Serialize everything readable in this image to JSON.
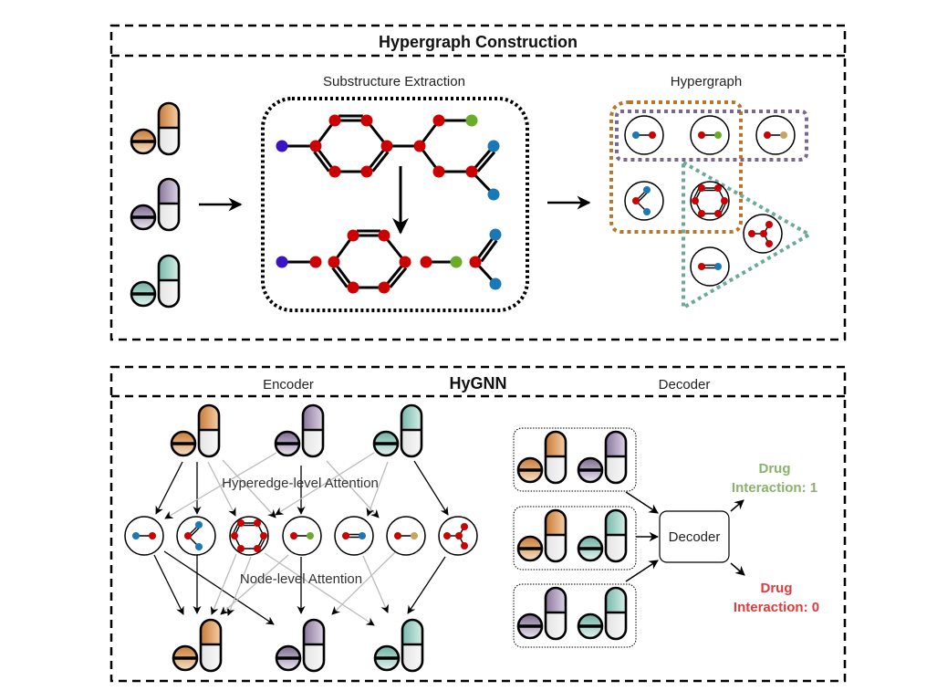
{
  "colors": {
    "orange": "#d58a45",
    "purple": "#8e7ba0",
    "teal": "#7fc0b2",
    "atom_red": "#cc0000",
    "atom_blue": "#1a78b8",
    "atom_green": "#6aab2a",
    "atom_indigo": "#3b12c4",
    "atom_tan": "#c4a760",
    "hyperedge_orange": "#b7762b",
    "hyperedge_purple": "#7a6690",
    "hyperedge_teal": "#6aaa9a",
    "positive": "#88b36a",
    "negative": "#e03a3a"
  },
  "construction": {
    "title": "Hypergraph Construction",
    "substructure_label": "Substructure Extraction",
    "hypergraph_label": "Hypergraph",
    "drugs": [
      "orange",
      "purple",
      "teal"
    ]
  },
  "hygnn": {
    "title": "HyGNN",
    "encoder_label": "Encoder",
    "decoder_label": "Decoder",
    "hyperedge_attention": "Hyperedge-level Attention",
    "node_attention": "Node-level Attention",
    "decoder_box": "Decoder",
    "pairs": [
      [
        "orange",
        "purple"
      ],
      [
        "orange",
        "teal"
      ],
      [
        "purple",
        "teal"
      ]
    ],
    "output_positive": {
      "line1": "Drug",
      "line2": "Interaction: 1"
    },
    "output_negative": {
      "line1": "Drug",
      "line2": "Interaction: 0"
    }
  }
}
